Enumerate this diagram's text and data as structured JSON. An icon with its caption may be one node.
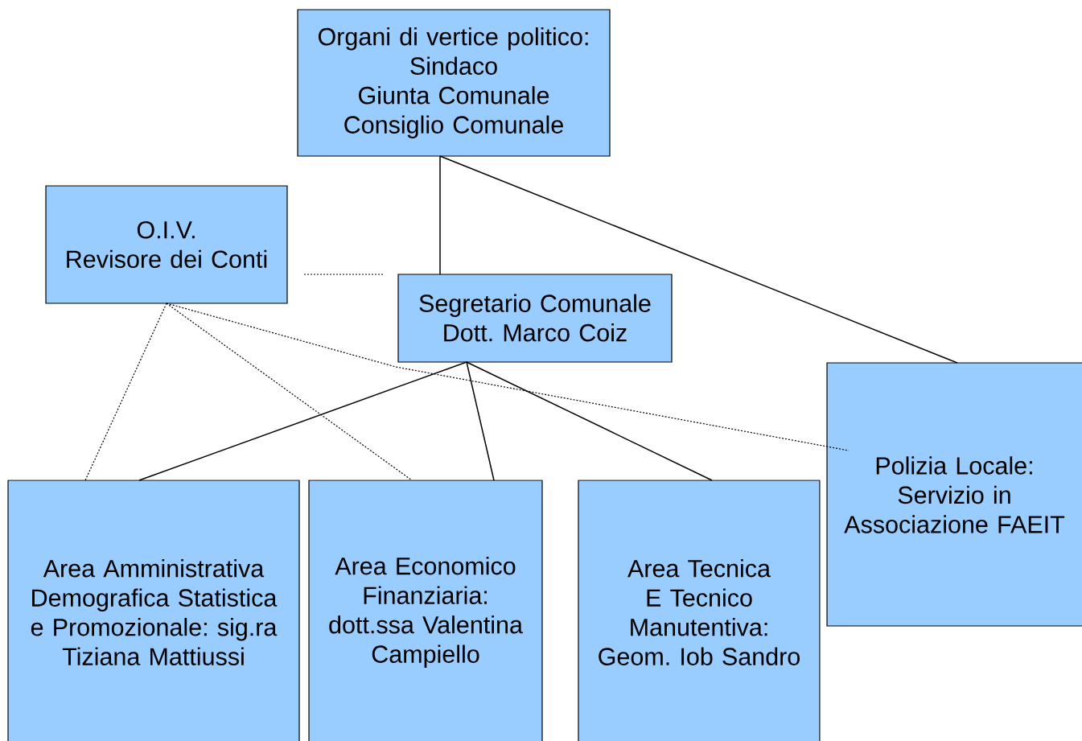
{
  "diagram": {
    "nodes": [
      {
        "text": [
          "Organi di vertice politico:",
          "Sindaco",
          "Giunta Comunale",
          "Consiglio Comunale"
        ]
      },
      {
        "text": [
          "O.I.V.",
          "Revisore dei Conti"
        ]
      },
      {
        "text": [
          "Segretario Comunale",
          "Dott. Marco Coiz"
        ]
      },
      {
        "text": [
          "Polizia Locale: Servizio in Associazione FAEIT"
        ]
      },
      {
        "text": [
          "Area Amministrativa Demografica Statistica e Promozionale: sig.ra Tiziana Mattiussi"
        ]
      },
      {
        "text": [
          "Area Economico Finanziaria: dott.ssa Valentina Campiello"
        ]
      },
      {
        "text": [
          "Area Tecnica E Tecnico Manutentiva: Geom. Iob Sandro"
        ]
      }
    ],
    "edges": [
      {
        "from": 0,
        "to": 2,
        "arrow": "none"
      },
      {
        "from": 0,
        "to": 3,
        "arrow": "none"
      },
      {
        "from": 1,
        "to": 2,
        "arrow": "none",
        "style": "dashed"
      },
      {
        "from": 2,
        "to": 4,
        "arrow": "none"
      },
      {
        "from": 2,
        "to": 5,
        "arrow": "none"
      },
      {
        "from": 2,
        "to": 6,
        "arrow": "none"
      },
      {
        "from": 1,
        "to": 4,
        "arrow": "none",
        "style": "dashed"
      },
      {
        "from": 1,
        "to": 5,
        "arrow": "none",
        "style": "dashed"
      },
      {
        "from": 1,
        "to": 3,
        "arrow": "none",
        "style": "dashed"
      }
    ]
  }
}
